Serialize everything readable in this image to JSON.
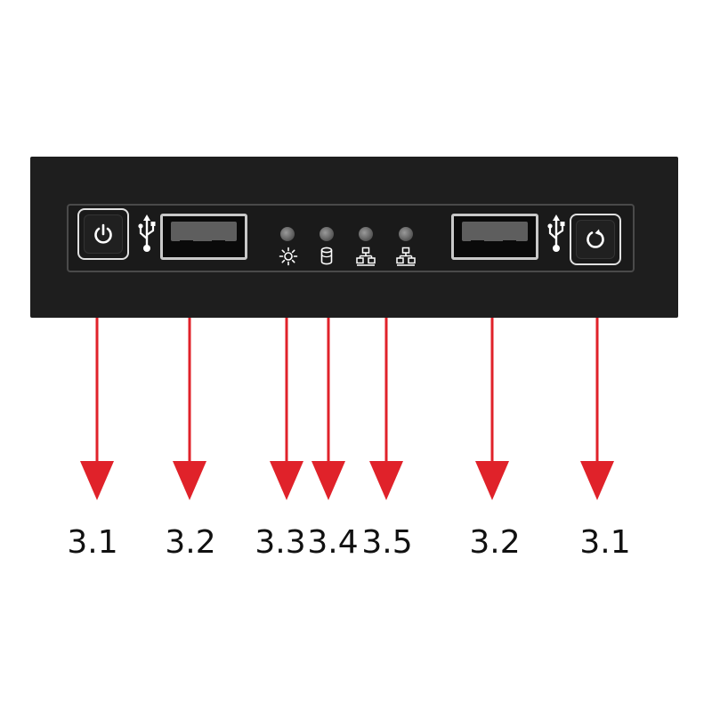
{
  "diagram": {
    "callouts": [
      {
        "label": "3.1",
        "target": "power-button"
      },
      {
        "label": "3.2",
        "target": "usb-port-left"
      },
      {
        "label": "3.3",
        "target": "power-led"
      },
      {
        "label": "3.4",
        "target": "hdd-led"
      },
      {
        "label": "3.5",
        "target": "lan-leds"
      },
      {
        "label": "3.2",
        "target": "usb-port-right"
      },
      {
        "label": "3.1",
        "target": "reset-button"
      }
    ],
    "colors": {
      "panel": "#1e1e1e",
      "arrow": "#e0222a",
      "label": "#111111",
      "bezel": "#e0e0e0"
    },
    "icons": {
      "power_button": "power-icon",
      "reset_button": "reset-icon",
      "usb": "usb-icon",
      "power_led": "sun-icon",
      "hdd_led": "cylinder-icon",
      "lan_led": "network-icon"
    }
  }
}
